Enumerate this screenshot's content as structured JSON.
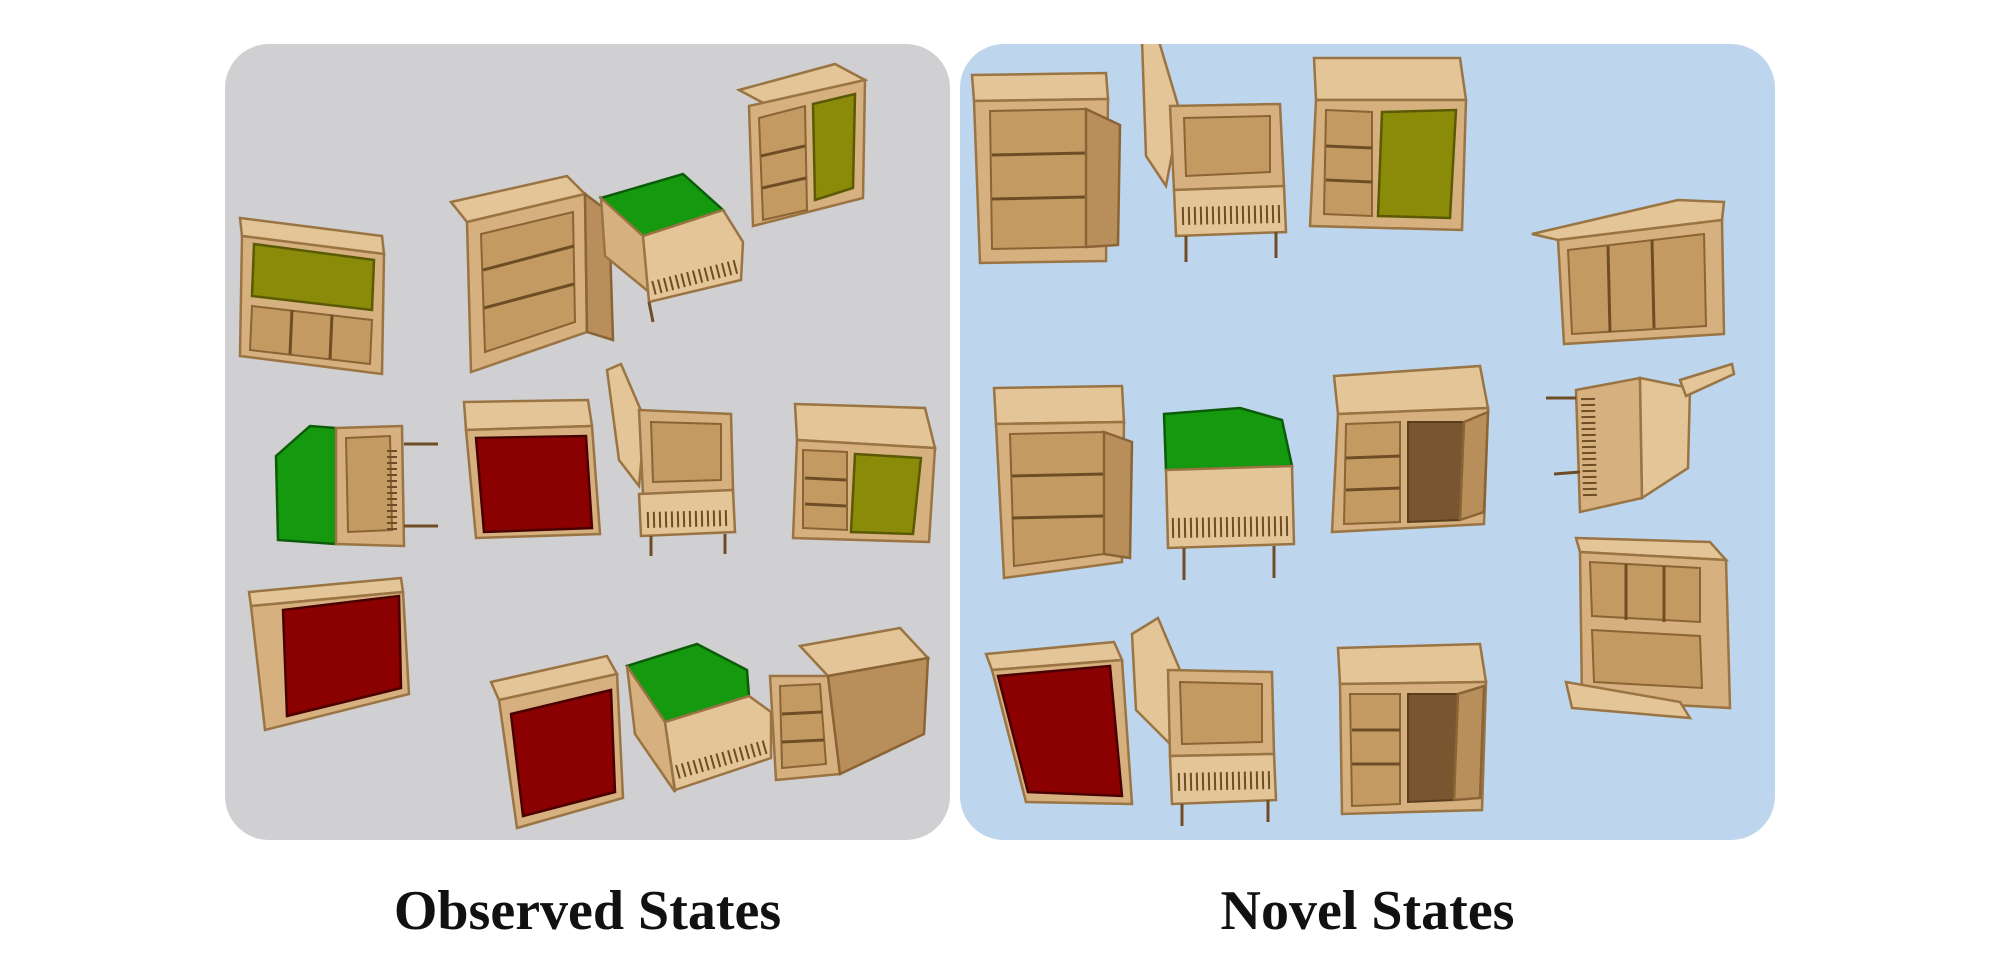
{
  "captions": {
    "observed": "Observed States",
    "novel": "Novel States"
  },
  "colors": {
    "observed_background": "#d0cfd1",
    "novel_background": "#bdd6ee",
    "wood": "#d6b17f",
    "part_red": "#8b0000",
    "part_green": "#159a0f",
    "part_olive": "#8b8b0a"
  },
  "icons": [
    "wooden-cabinet",
    "wooden-crib",
    "wooden-shelf-unit"
  ]
}
